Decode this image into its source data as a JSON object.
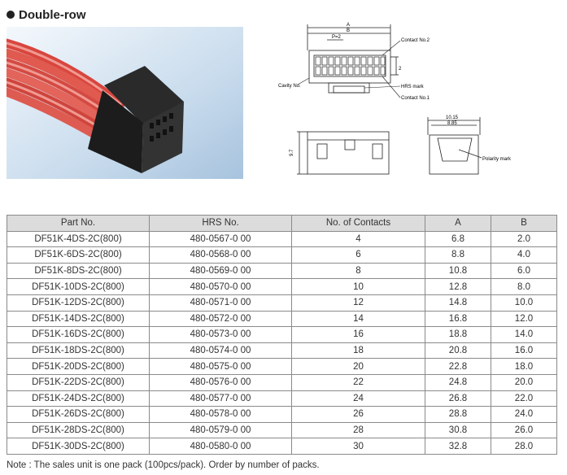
{
  "section": {
    "title": "Double-row"
  },
  "drawing_labels": {
    "dim_a": "A",
    "dim_b": "B",
    "pitch": "P=2",
    "contact_no2": "Contact No.2",
    "contact_no1": "Contact No.1",
    "cavity_no": "Cavity No.",
    "hrs_mark": "HRS mark",
    "height": "9.7",
    "depth": "2",
    "width_outer": "10.15",
    "width_inner": "8.85",
    "polarity_mark": "Polarity mark"
  },
  "table": {
    "headers": [
      "Part No.",
      "HRS No.",
      "No. of Contacts",
      "A",
      "B"
    ],
    "rows": [
      [
        "DF51K-4DS-2C(800)",
        "480-0567-0 00",
        "4",
        "6.8",
        "2.0"
      ],
      [
        "DF51K-6DS-2C(800)",
        "480-0568-0 00",
        "6",
        "8.8",
        "4.0"
      ],
      [
        "DF51K-8DS-2C(800)",
        "480-0569-0 00",
        "8",
        "10.8",
        "6.0"
      ],
      [
        "DF51K-10DS-2C(800)",
        "480-0570-0 00",
        "10",
        "12.8",
        "8.0"
      ],
      [
        "DF51K-12DS-2C(800)",
        "480-0571-0 00",
        "12",
        "14.8",
        "10.0"
      ],
      [
        "DF51K-14DS-2C(800)",
        "480-0572-0 00",
        "14",
        "16.8",
        "12.0"
      ],
      [
        "DF51K-16DS-2C(800)",
        "480-0573-0 00",
        "16",
        "18.8",
        "14.0"
      ],
      [
        "DF51K-18DS-2C(800)",
        "480-0574-0 00",
        "18",
        "20.8",
        "16.0"
      ],
      [
        "DF51K-20DS-2C(800)",
        "480-0575-0 00",
        "20",
        "22.8",
        "18.0"
      ],
      [
        "DF51K-22DS-2C(800)",
        "480-0576-0 00",
        "22",
        "24.8",
        "20.0"
      ],
      [
        "DF51K-24DS-2C(800)",
        "480-0577-0 00",
        "24",
        "26.8",
        "22.0"
      ],
      [
        "DF51K-26DS-2C(800)",
        "480-0578-0 00",
        "26",
        "28.8",
        "24.0"
      ],
      [
        "DF51K-28DS-2C(800)",
        "480-0579-0 00",
        "28",
        "30.8",
        "26.0"
      ],
      [
        "DF51K-30DS-2C(800)",
        "480-0580-0 00",
        "30",
        "32.8",
        "28.0"
      ]
    ]
  },
  "note": "Note : The sales unit is one pack (100pcs/pack). Order by number of packs."
}
